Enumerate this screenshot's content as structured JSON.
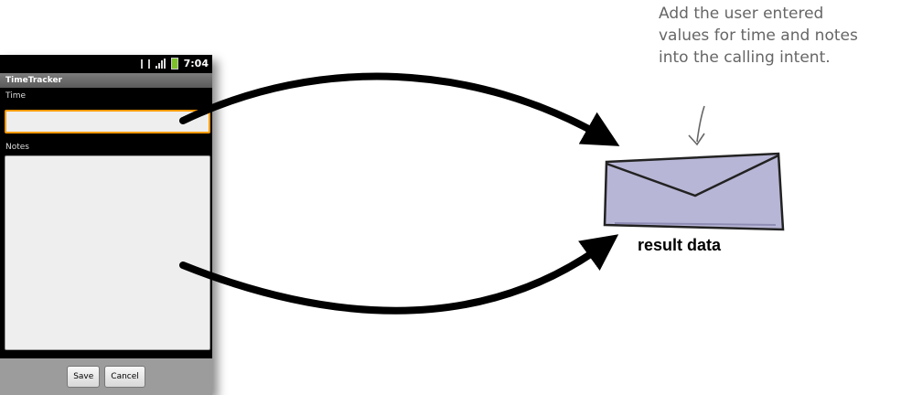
{
  "phone": {
    "status_time": "7:04",
    "app_title": "TimeTracker",
    "time_label": "Time",
    "time_value": "",
    "notes_label": "Notes",
    "notes_value": "",
    "buttons": {
      "save": "Save",
      "cancel": "Cancel"
    },
    "icons": [
      "sd-card-icon",
      "signal-icon",
      "battery-icon"
    ],
    "colors": {
      "focus_border": "#ff9a00",
      "battery": "#7ec22b"
    }
  },
  "annotation": {
    "lines": [
      "Add the user entered",
      "values for time and notes",
      "into the calling intent."
    ]
  },
  "envelope": {
    "caption": "result data",
    "icon": "envelope-icon",
    "color": "#b8b6d6"
  }
}
